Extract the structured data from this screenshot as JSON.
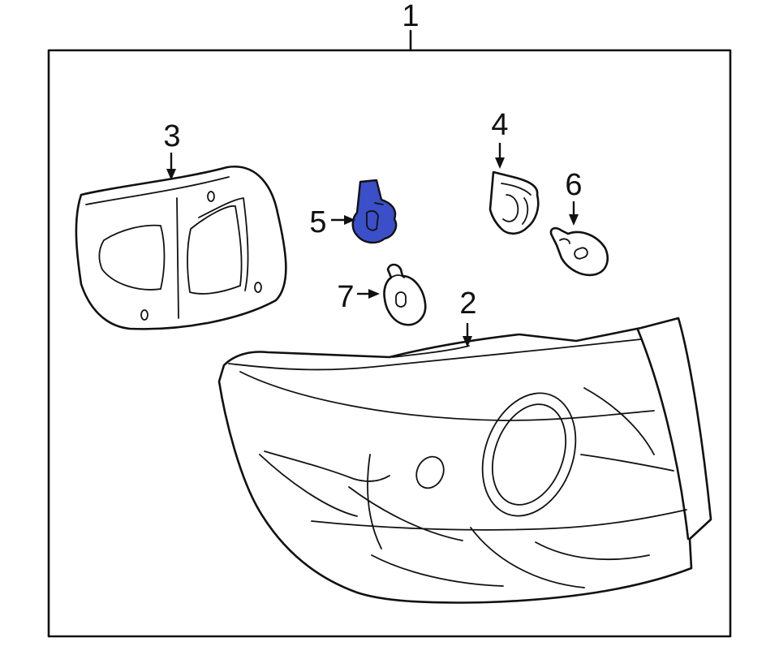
{
  "diagram": {
    "callouts": {
      "part_1": "1",
      "part_2": "2",
      "part_3": "3",
      "part_4": "4",
      "part_5": "5",
      "part_6": "6",
      "part_7": "7"
    },
    "highlight_color": "#3a4fc8",
    "line_color": "#111111",
    "background": "#ffffff"
  }
}
